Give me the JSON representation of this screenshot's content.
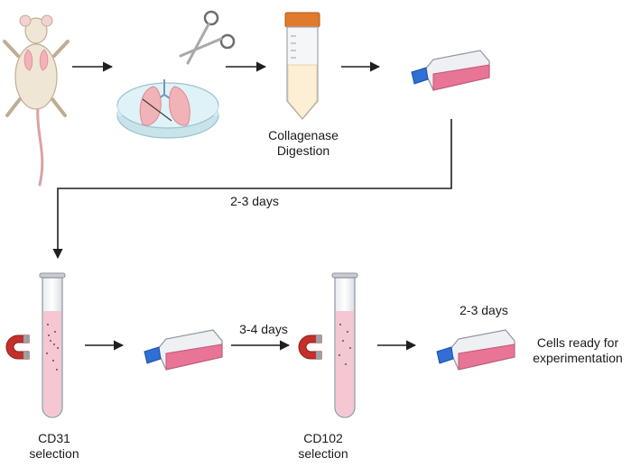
{
  "labels": {
    "collagenase_line1": "Collagenase",
    "collagenase_line2": "Digestion",
    "days_1": "2-3 days",
    "days_2": "3-4 days",
    "days_3": "2-3 days",
    "cd31_line1": "CD31",
    "cd31_line2": "selection",
    "cd102_line1": "CD102",
    "cd102_line2": "selection",
    "final_line1": "Cells ready for",
    "final_line2": "experimentation"
  },
  "colors": {
    "arrow": "#1f1f1f",
    "mouse_body": "#efe6d6",
    "mouse_outline": "#bfae95",
    "mouse_tail": "#d9a3a3",
    "lung": "#f2b3b8",
    "dish": "#dff2f7",
    "tube_cap": "#e07a2c",
    "tube_fluid": "#fdeed6",
    "flask_cap": "#2f6fd6",
    "flask_liquid": "#e87596",
    "magnet": "#c4302b",
    "cell_tube_fluid": "#f4c7d3"
  },
  "icons": [
    "mouse-icon",
    "scissors-icon",
    "petri-dish-lungs-icon",
    "falcon-tube-icon",
    "culture-flask-icon",
    "cell-tube-icon",
    "magnet-icon"
  ]
}
